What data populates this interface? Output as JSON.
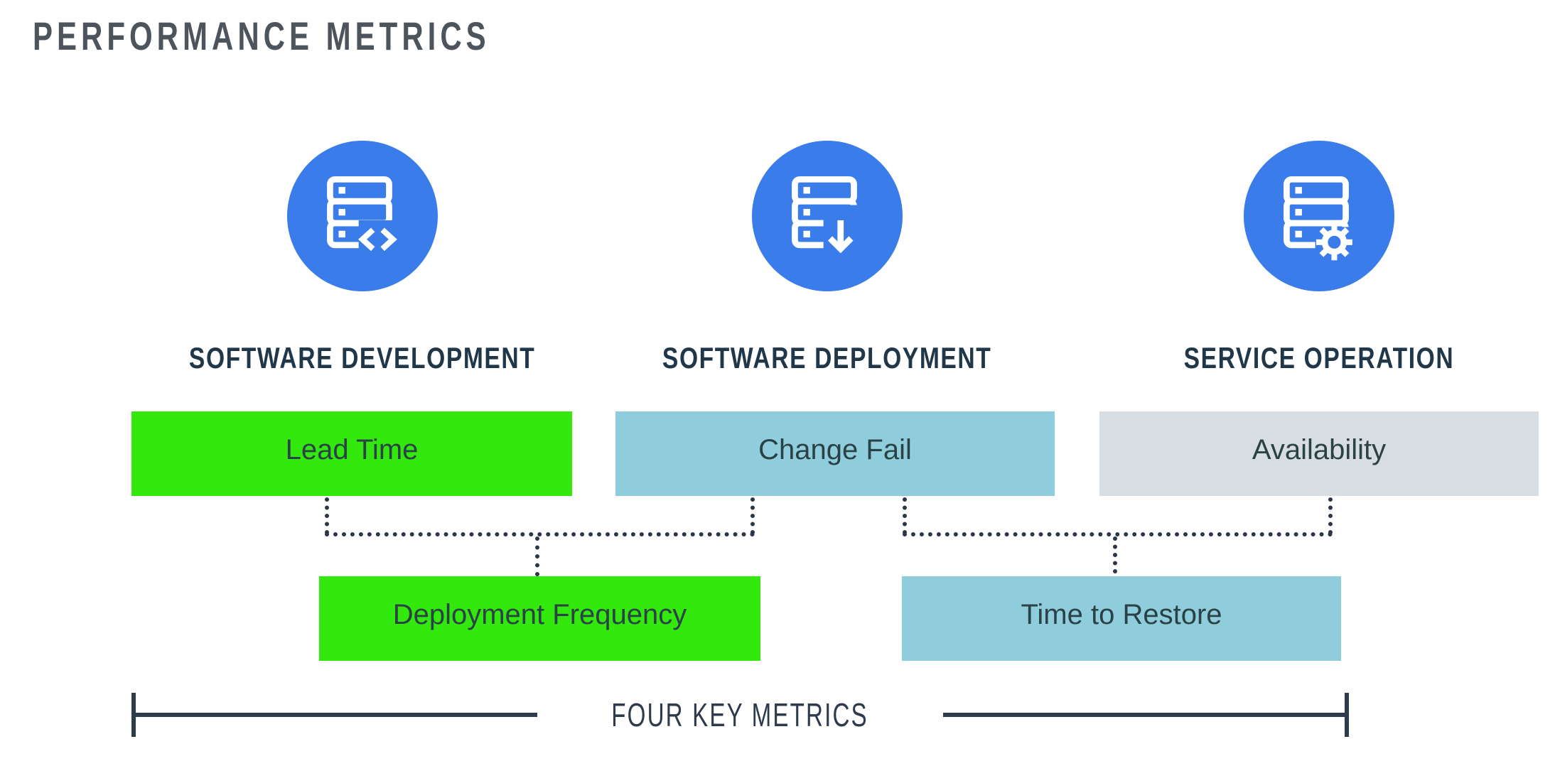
{
  "title": "PERFORMANCE METRICS",
  "columns": [
    {
      "heading": "SOFTWARE DEVELOPMENT",
      "icon": "server-code-icon"
    },
    {
      "heading": "SOFTWARE DEPLOYMENT",
      "icon": "server-arrow-down-icon"
    },
    {
      "heading": "SERVICE OPERATION",
      "icon": "server-gear-icon"
    }
  ],
  "metrics_row1": [
    {
      "label": "Lead Time",
      "color": "#33e80d",
      "column": "SOFTWARE DEVELOPMENT"
    },
    {
      "label": "Change Fail",
      "color": "#8fcddd",
      "column": "SOFTWARE DEPLOYMENT"
    },
    {
      "label": "Availability",
      "color": "#d8dde2",
      "column": "SERVICE OPERATION"
    }
  ],
  "metrics_row2": [
    {
      "label": "Deployment Frequency",
      "color": "#33e80d"
    },
    {
      "label": "Time to Restore",
      "color": "#8fcddd"
    }
  ],
  "footer": {
    "label": "FOUR KEY METRICS"
  },
  "colors": {
    "icon_circle": "#3a7ce9",
    "icon_glyph": "#ffffff",
    "green_bar": "#33e80d",
    "blue_bar": "#8fcddd",
    "gray_bar": "#d8dde2",
    "heading_text": "#20374a",
    "title_text": "#4d545b",
    "bar_text": "#2a4145",
    "connector": "#2b3748",
    "bracket": "#2e3b4d"
  }
}
